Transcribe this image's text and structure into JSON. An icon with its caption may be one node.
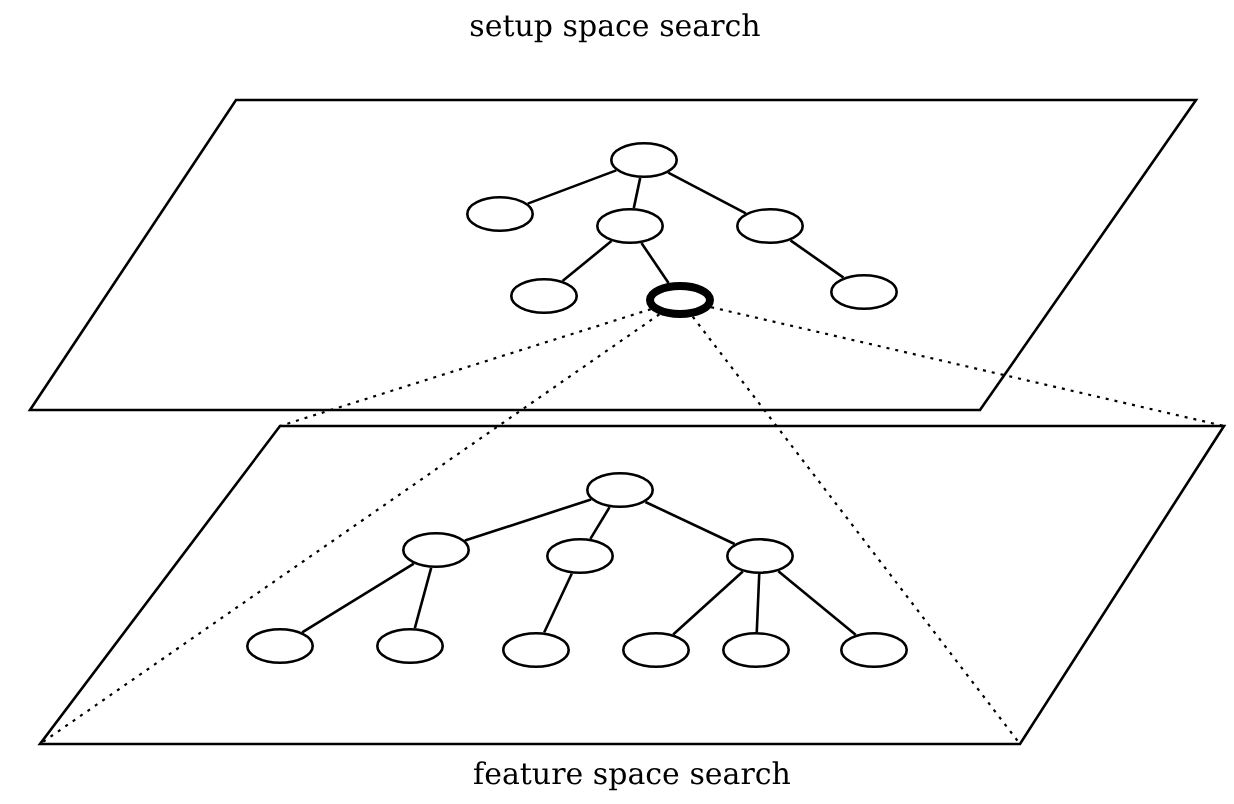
{
  "diagram": {
    "nodes": [
      {
        "text": [
          "setup space search"
        ]
      },
      {
        "text": [],
        "shape": "ellipse",
        "in": 0
      },
      {
        "text": [],
        "shape": "ellipse",
        "in": 0
      },
      {
        "text": [],
        "shape": "ellipse",
        "in": 0
      },
      {
        "text": [],
        "shape": "ellipse",
        "in": 0
      },
      {
        "text": [],
        "shape": "ellipse",
        "in": 0
      },
      {
        "text": [],
        "shape": "ellipse",
        "in": 0
      },
      {
        "text": [],
        "shape": "ellipse",
        "in": 0
      },
      {
        "text": [
          "feature space search"
        ]
      },
      {
        "text": [],
        "shape": "ellipse",
        "in": 8
      },
      {
        "text": [],
        "shape": "ellipse",
        "in": 8
      },
      {
        "text": [],
        "shape": "ellipse",
        "in": 8
      },
      {
        "text": [],
        "shape": "ellipse",
        "in": 8
      },
      {
        "text": [],
        "shape": "ellipse",
        "in": 8
      },
      {
        "text": [],
        "shape": "ellipse",
        "in": 8
      },
      {
        "text": [],
        "shape": "ellipse",
        "in": 8
      },
      {
        "text": [],
        "shape": "ellipse",
        "in": 8
      },
      {
        "text": [],
        "shape": "ellipse",
        "in": 8
      },
      {
        "text": [],
        "shape": "ellipse",
        "in": 8
      }
    ],
    "edges": [
      {
        "from": 1,
        "to": 2,
        "arrow": "none"
      },
      {
        "from": 1,
        "to": 3,
        "arrow": "none"
      },
      {
        "from": 1,
        "to": 4,
        "arrow": "none"
      },
      {
        "from": 3,
        "to": 5,
        "arrow": "none"
      },
      {
        "from": 3,
        "to": 6,
        "arrow": "none"
      },
      {
        "from": 4,
        "to": 7,
        "arrow": "none"
      },
      {
        "from": 9,
        "to": 10,
        "arrow": "none"
      },
      {
        "from": 9,
        "to": 11,
        "arrow": "none"
      },
      {
        "from": 9,
        "to": 12,
        "arrow": "none"
      },
      {
        "from": 10,
        "to": 13,
        "arrow": "none"
      },
      {
        "from": 10,
        "to": 14,
        "arrow": "none"
      },
      {
        "from": 11,
        "to": 15,
        "arrow": "none"
      },
      {
        "from": 12,
        "to": 16,
        "arrow": "none"
      },
      {
        "from": 12,
        "to": 17,
        "arrow": "none"
      },
      {
        "from": 12,
        "to": 18,
        "arrow": "none"
      },
      {
        "from": 6,
        "to": 8,
        "arrow": "none",
        "style": "dashed"
      },
      {
        "from": 6,
        "to": 8,
        "arrow": "none",
        "style": "dashed"
      },
      {
        "from": 6,
        "to": 8,
        "arrow": "none",
        "style": "dashed"
      },
      {
        "from": 6,
        "to": 8,
        "arrow": "none",
        "style": "dashed"
      }
    ]
  }
}
